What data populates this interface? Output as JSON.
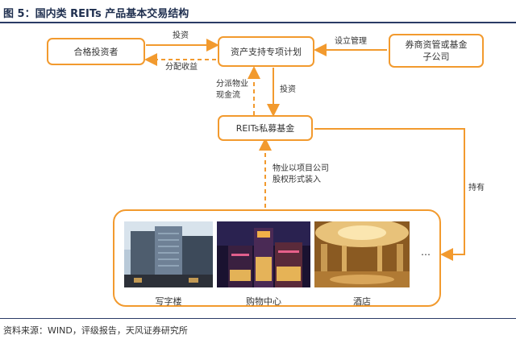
{
  "figure": {
    "title": "图 5：国内类 REITs 产品基本交易结构",
    "source": "资料来源：WIND，评级报告，天风证券研究所"
  },
  "nodes": {
    "investor": "合格投资者",
    "plan": "资产支持专项计划",
    "manager": "券商资管或基金子公司",
    "fund": "REITs私募基金"
  },
  "edges": {
    "invest_top": "投资",
    "distribute": "分配收益",
    "setup": "设立管理",
    "cashflow": "分派物业\n现金流",
    "invest_mid": "投资",
    "equity": "物业以项目公司\n股权形式装入",
    "hold": "持有"
  },
  "assets": [
    {
      "label": "写字楼",
      "icon": "office-building-photo"
    },
    {
      "label": "购物中心",
      "icon": "shopping-mall-photo"
    },
    {
      "label": "酒店",
      "icon": "hotel-lobby-photo"
    }
  ],
  "ellipsis": "…",
  "colors": {
    "accent": "#f29a2e",
    "rule": "#2a3b66",
    "title": "#1f2f4f"
  }
}
